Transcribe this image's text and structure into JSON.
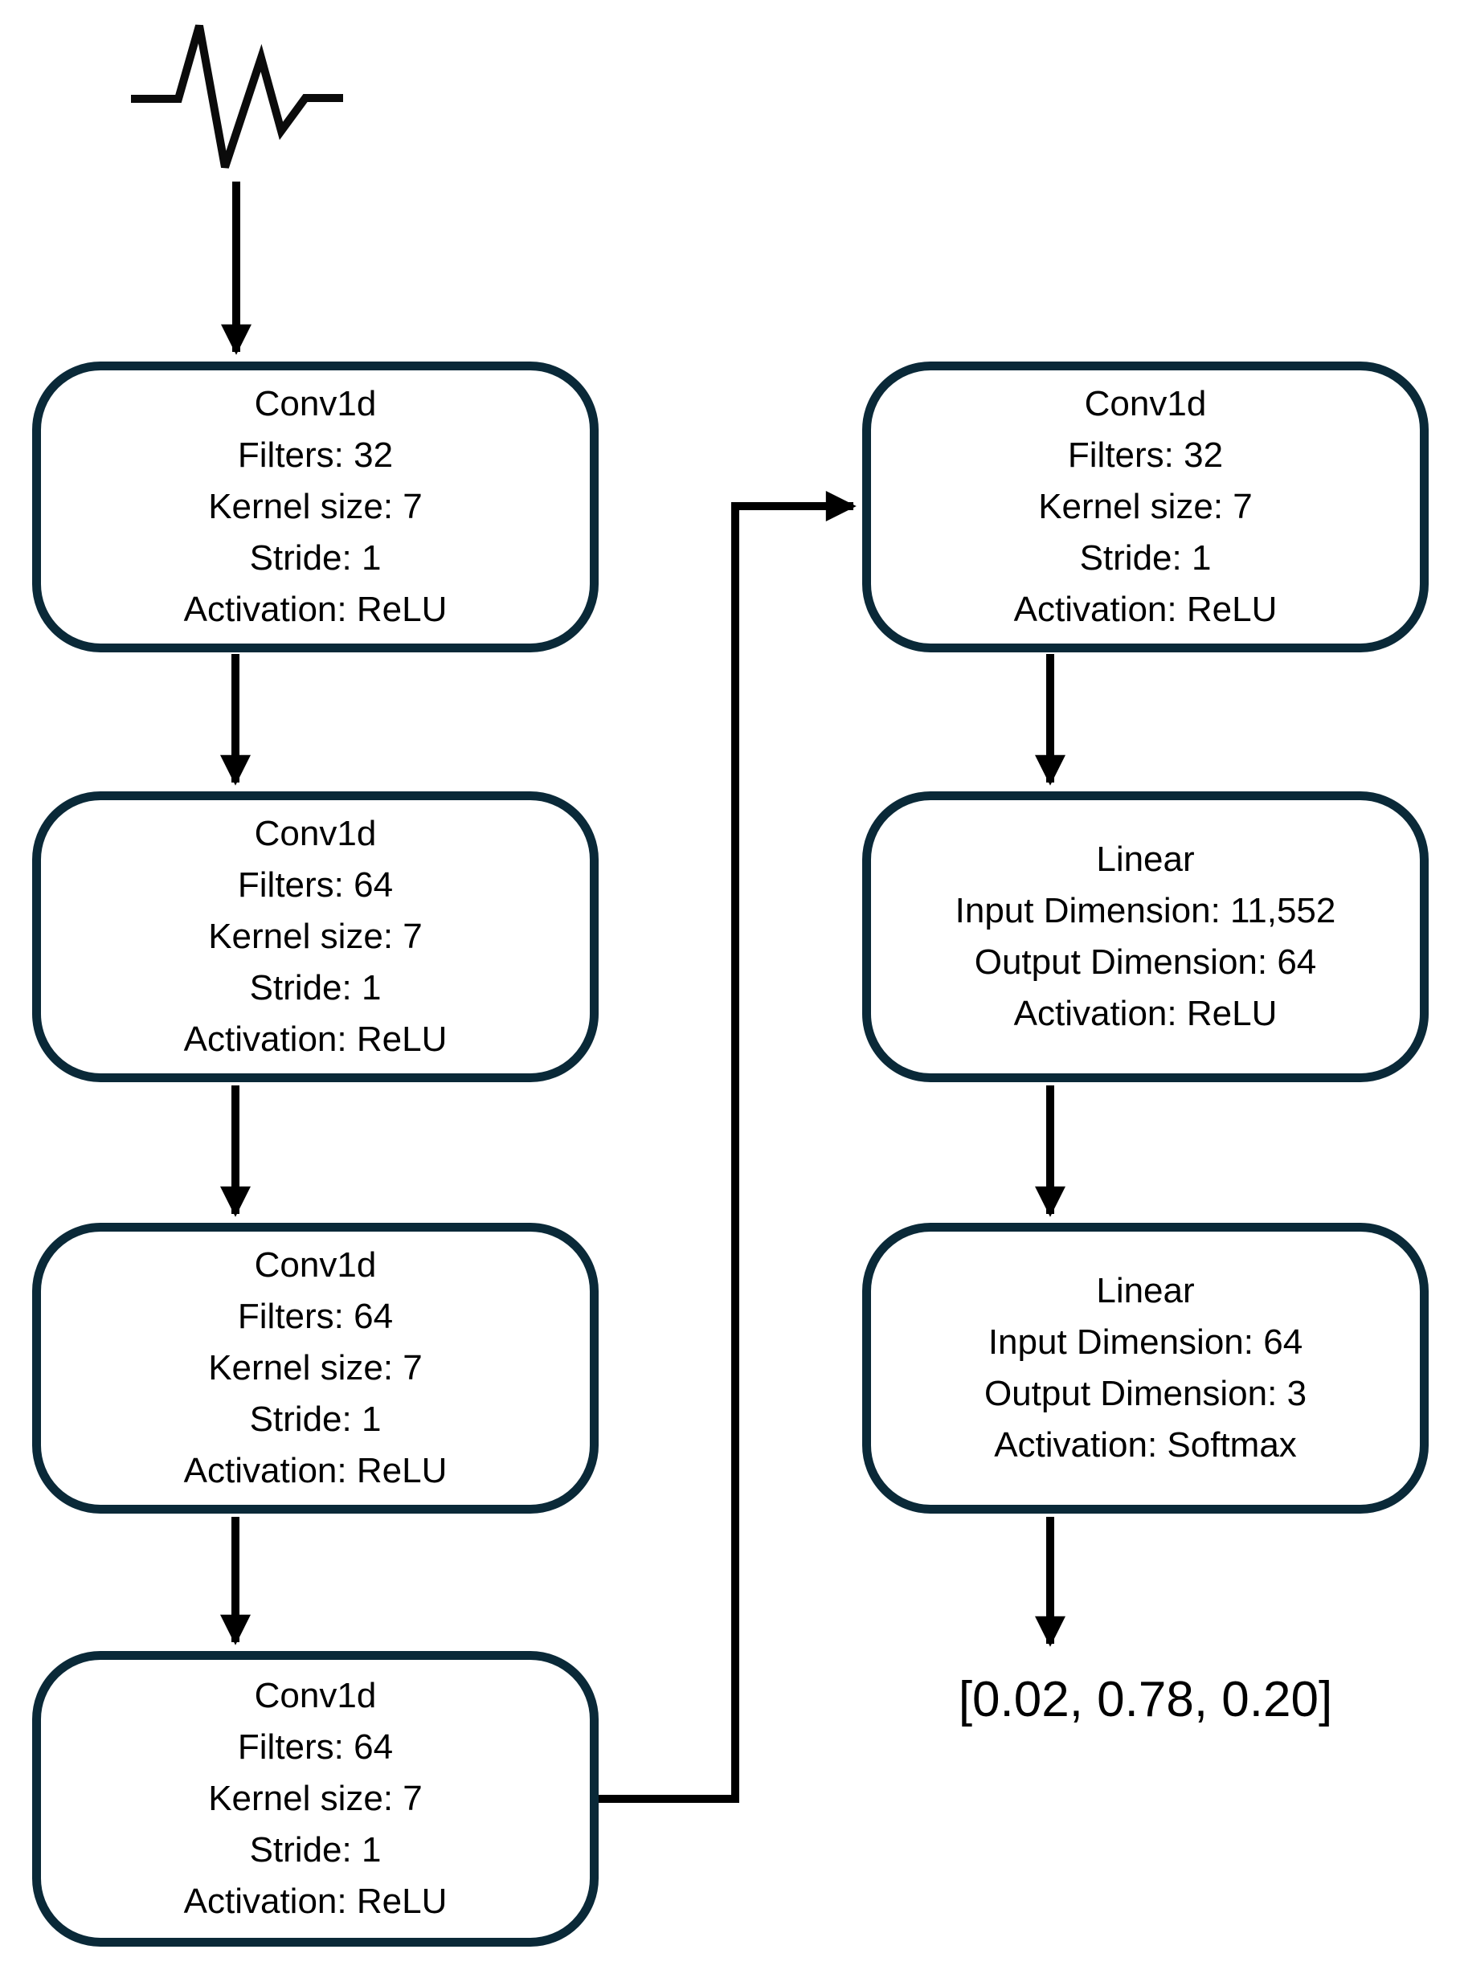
{
  "diagram": {
    "title": "1D CNN signal classification architecture",
    "colors": {
      "background": "#ffffff",
      "box_border": "#0a2938",
      "box_fill": "#ffffff",
      "arrow": "#000000",
      "text": "#000000"
    },
    "input_icon": "waveform-icon",
    "nodes": {
      "left": [
        {
          "id": "conv1",
          "lines": [
            "Conv1d",
            "Filters: 32",
            "Kernel size: 7",
            "Stride: 1",
            "Activation: ReLU"
          ]
        },
        {
          "id": "conv2",
          "lines": [
            "Conv1d",
            "Filters: 64",
            "Kernel size: 7",
            "Stride: 1",
            "Activation: ReLU"
          ]
        },
        {
          "id": "conv3",
          "lines": [
            "Conv1d",
            "Filters: 64",
            "Kernel size: 7",
            "Stride: 1",
            "Activation: ReLU"
          ]
        },
        {
          "id": "conv4",
          "lines": [
            "Conv1d",
            "Filters: 64",
            "Kernel size: 7",
            "Stride: 1",
            "Activation: ReLU"
          ]
        }
      ],
      "right": [
        {
          "id": "conv5",
          "lines": [
            "Conv1d",
            "Filters: 32",
            "Kernel size: 7",
            "Stride: 1",
            "Activation: ReLU"
          ]
        },
        {
          "id": "linear1",
          "lines": [
            "Linear",
            "Input Dimension: 11,552",
            "Output Dimension: 64",
            "Activation: ReLU"
          ]
        },
        {
          "id": "linear2",
          "lines": [
            "Linear",
            "Input Dimension: 64",
            "Output Dimension: 3",
            "Activation: Softmax"
          ]
        }
      ]
    },
    "output_vector": "[0.02, 0.78, 0.20]"
  }
}
